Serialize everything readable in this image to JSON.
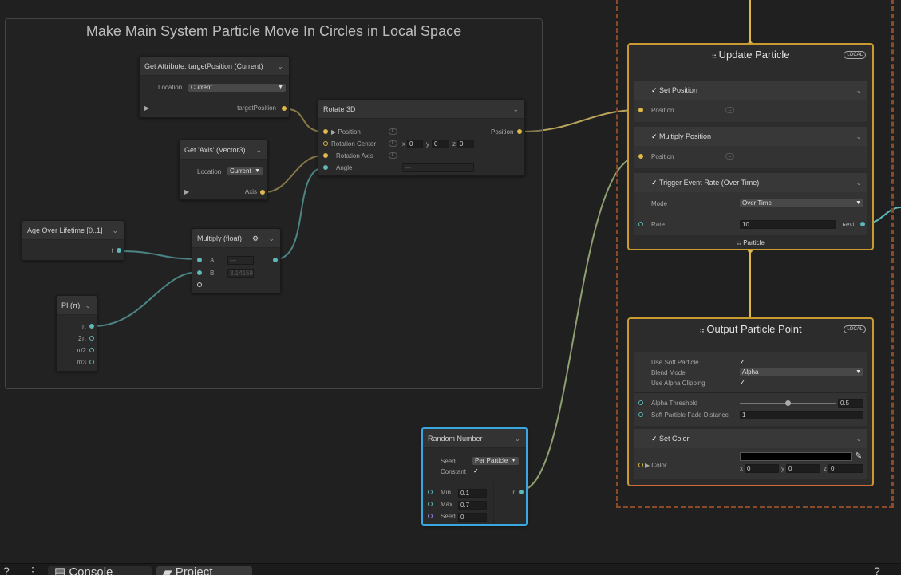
{
  "group": {
    "title": "Make Main System Particle Move In Circles in Local Space"
  },
  "get_attr": {
    "title": "Get Attribute: targetPosition (Current)",
    "location_label": "Location",
    "location_value": "Current",
    "output": "targetPosition"
  },
  "get_axis": {
    "title": "Get 'Axis' (Vector3)",
    "location_label": "Location",
    "location_value": "Current",
    "output": "Axis"
  },
  "rotate3d": {
    "title": "Rotate 3D",
    "inputs": [
      "Position",
      "Rotation Center",
      "Rotation Axis",
      "Angle"
    ],
    "center": {
      "x_label": "x",
      "x": "0",
      "y_label": "y",
      "y": "0",
      "z_label": "z",
      "z": "0"
    },
    "angle_value": "—",
    "output": "Position"
  },
  "age": {
    "title": "Age Over Lifetime [0..1]",
    "output": "t"
  },
  "multiply": {
    "title": "Multiply (float)",
    "a_label": "A",
    "a_value": "—",
    "b_label": "B",
    "b_value": "3.14159"
  },
  "pi": {
    "title": "PI (π)",
    "outputs": [
      "π",
      "2π",
      "π/2",
      "π/3"
    ]
  },
  "random": {
    "title": "Random Number",
    "seed_label": "Seed",
    "seed_value": "Per Particle",
    "constant_label": "Constant",
    "constant_check": "✓",
    "min_label": "Min",
    "min_value": "0.1",
    "max_label": "Max",
    "max_value": "0.7",
    "seed2_label": "Seed",
    "seed2_value": "0",
    "output": "r"
  },
  "update": {
    "title": "Update Particle",
    "badge": "LOCAL",
    "set_position": {
      "title": "Set Position",
      "field": "Position"
    },
    "multiply_position": {
      "title": "Multiply Position",
      "field": "Position"
    },
    "trigger": {
      "title": "Trigger Event Rate (Over Time)",
      "mode_label": "Mode",
      "mode_value": "Over Time",
      "rate_label": "Rate",
      "rate_value": "10",
      "evt_label": "evt"
    },
    "footer": "Particle"
  },
  "output": {
    "title": "Output Particle Point",
    "badge": "LOCAL",
    "soft_label": "Use Soft Particle",
    "soft_check": "✓",
    "blend_label": "Blend Mode",
    "blend_value": "Alpha",
    "clip_label": "Use Alpha Clipping",
    "clip_check": "✓",
    "threshold_label": "Alpha Threshold",
    "threshold_value": "0.5",
    "fade_label": "Soft Particle Fade Distance",
    "fade_value": "1",
    "set_color": {
      "title": "Set Color",
      "field": "Color",
      "x_label": "x",
      "x": "0",
      "y_label": "y",
      "y": "0",
      "z_label": "z",
      "z": "0"
    }
  },
  "tabs": {
    "console": "Console",
    "project": "Project"
  },
  "colors": {
    "yellow_port": "#e0b84a",
    "teal_port": "#5fb7b7",
    "purple_port": "#9a7fdc",
    "context_border": "#c99a30",
    "output_border": "#d06a3a",
    "selected_border": "#3aa7e0",
    "dashed_frame": "#8a4a28"
  }
}
